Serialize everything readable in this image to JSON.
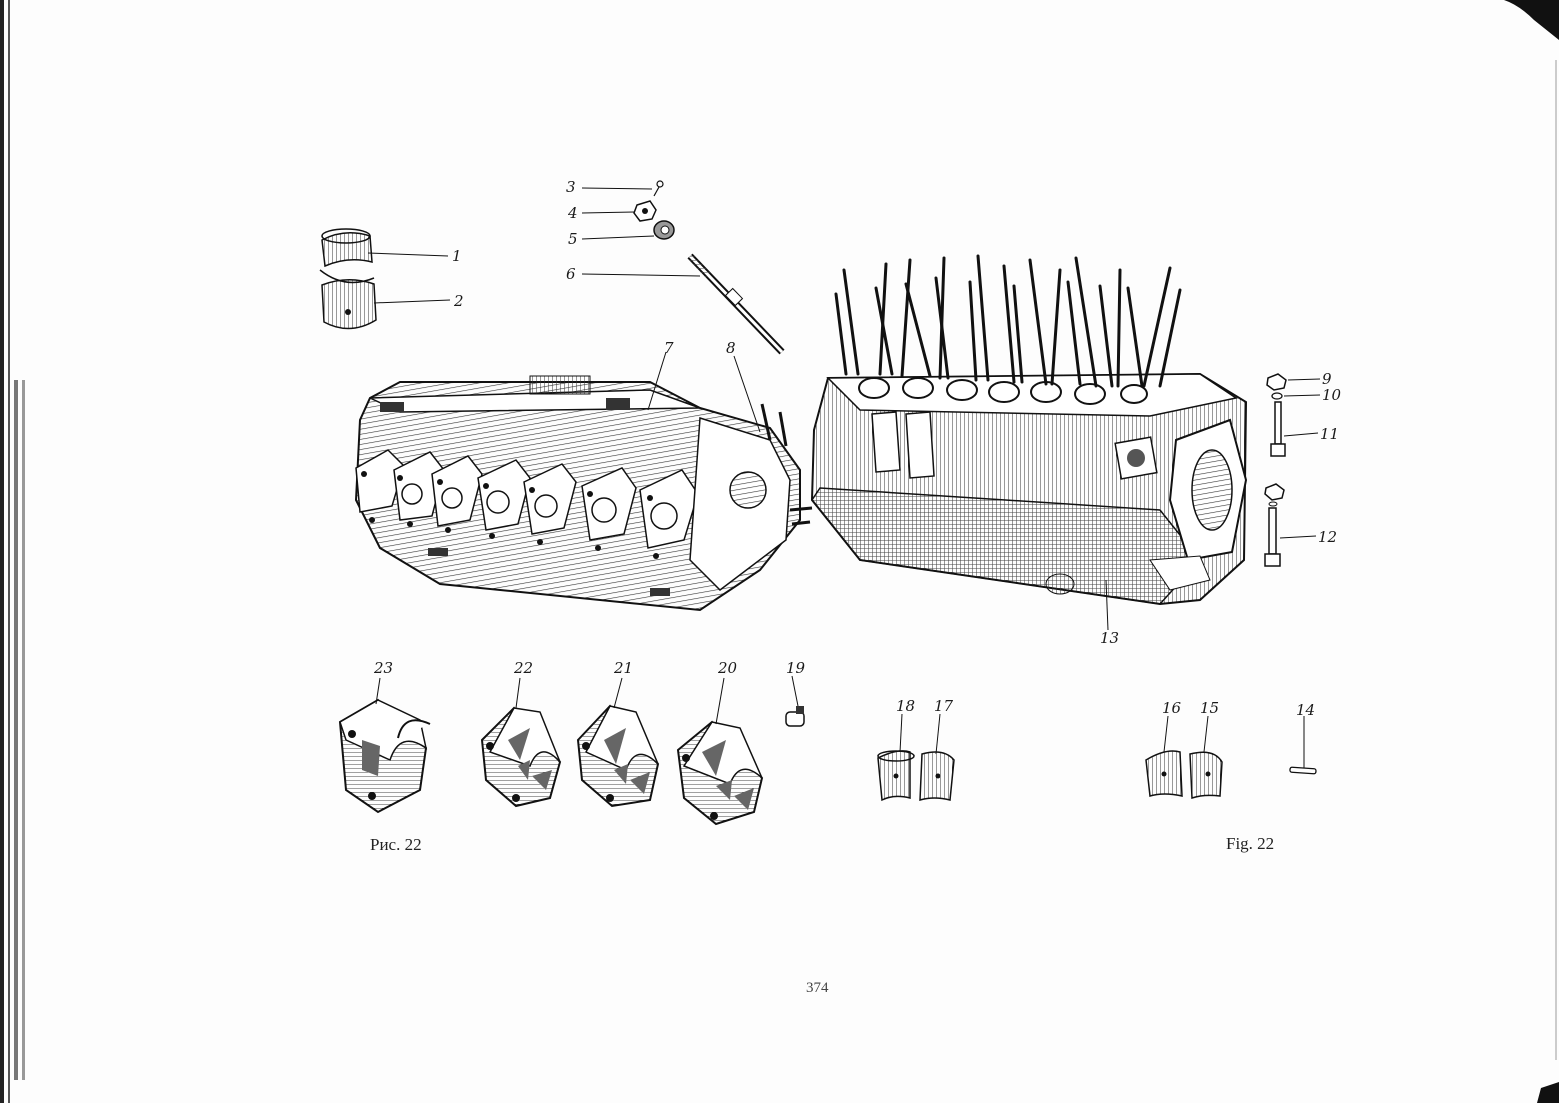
{
  "figure": {
    "caption_left": "Рис. 22",
    "caption_right": "Fig. 22",
    "page_number": "374",
    "callouts": [
      "1",
      "2",
      "3",
      "4",
      "5",
      "6",
      "7",
      "8",
      "9",
      "10",
      "11",
      "12",
      "13",
      "14",
      "15",
      "16",
      "17",
      "18",
      "19",
      "20",
      "21",
      "22",
      "23"
    ]
  },
  "colors": {
    "ink": "#1a1a1a",
    "paper": "#fdfdfd",
    "shade": "#8a8a8a"
  }
}
